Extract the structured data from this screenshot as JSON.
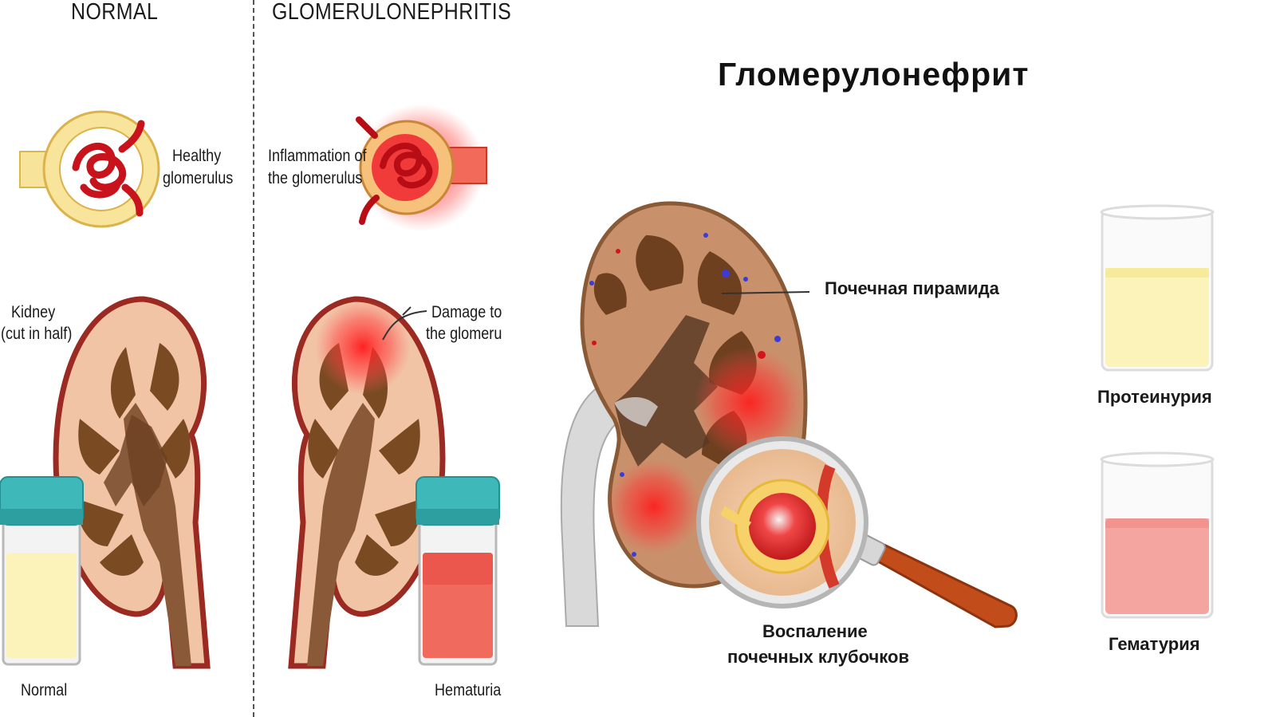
{
  "title": "Гломерулонефрит",
  "left_panel": {
    "normal_heading": "NORMAL",
    "gn_heading": "GLOMERULONEPHRITIS",
    "healthy_glomerulus": [
      "Healthy",
      "glomerulus"
    ],
    "inflammation": [
      "Inflammation of",
      "the glomerulus"
    ],
    "kidney_label": [
      "Kidney",
      "(cut in half)"
    ],
    "damage_label": [
      "Damage to",
      "the glomeru"
    ],
    "normal_label": "Normal",
    "hematuria_label": "Hematuria"
  },
  "right_panel": {
    "pyramid_label": "Почечная пирамида",
    "inflammation_label": [
      "Воспаление",
      "почечных клубочков"
    ],
    "proteinuria_label": "Протеинурия",
    "hematuria_label": "Гематурия"
  },
  "colors": {
    "cortex": "#f2c4a6",
    "kidney_brown": "#c9916b",
    "pyramid": "#7a4a22",
    "capsule": "#9a2a22",
    "vessel_red": "#d0131d",
    "inflammation": "#ff2a2a",
    "urine_yellow": "#fbf3b9",
    "urine_red": "#f5a5a0",
    "cap_teal": "#3fb8b9"
  }
}
